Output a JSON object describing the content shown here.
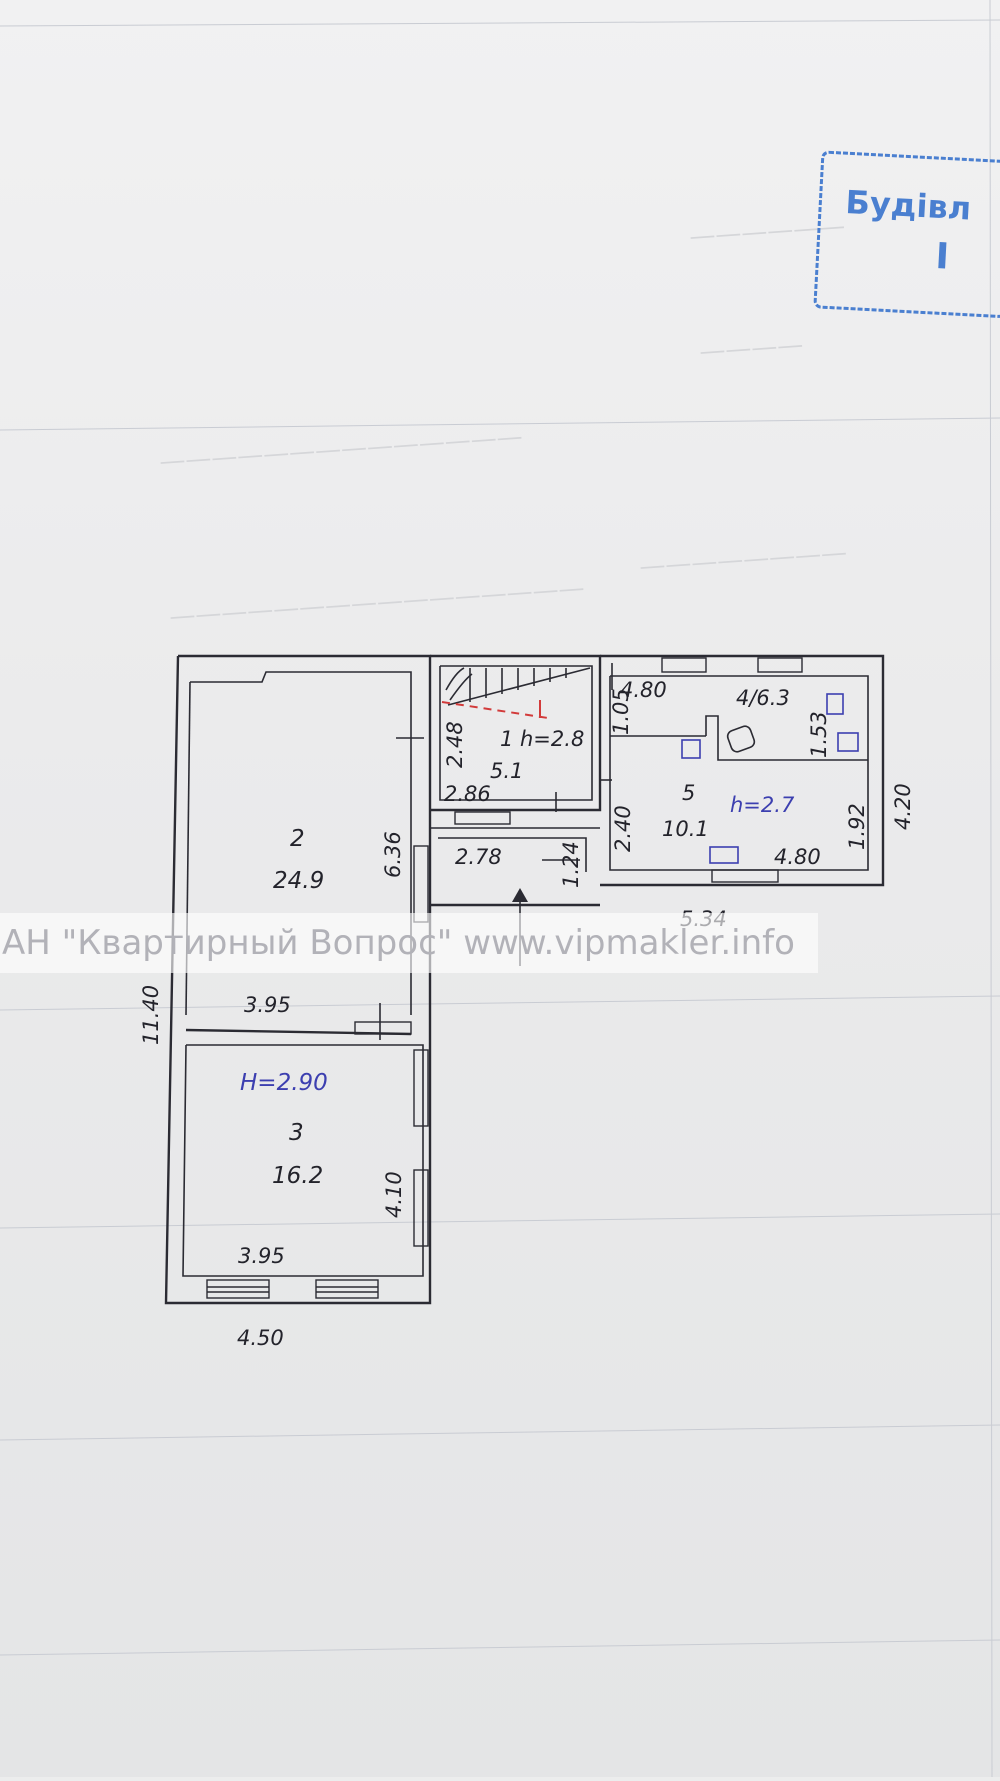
{
  "stamp": {
    "text": "Будівл",
    "numeral": "I"
  },
  "watermark": {
    "text": "АН \"Квартирный Вопрос\" www.vipmakler.info"
  },
  "plan": {
    "rooms": [
      {
        "number": "1",
        "area": "5.1",
        "height": "h=2.8"
      },
      {
        "number": "2",
        "area": "24.9"
      },
      {
        "number": "3",
        "area": "16.2",
        "height": "H=2.90"
      },
      {
        "number": "4/6.3"
      },
      {
        "number": "5",
        "area": "10.1",
        "height": "h=2.7"
      }
    ],
    "dimensions": {
      "overall_height": "11.40",
      "overall_width": "4.50",
      "right_wing_width": "5.34",
      "right_wing_height": "4.20",
      "room2_height": "6.36",
      "room2_width": "3.95",
      "room3_height": "4.10",
      "room3_width": "3.95",
      "room1_height": "2.48",
      "room1_width": "2.86",
      "hall_width": "2.78",
      "hall_depth": "1.24",
      "room4_top": "4.80",
      "room4_left": "1.05",
      "room4_right": "1.53",
      "room5_left": "2.40",
      "room5_right": "1.92",
      "room5_bottom": "4.80"
    }
  },
  "colors": {
    "ink": "#2b2b33",
    "blue_ink": "#3c3fb0",
    "stamp": "#4a7fd0",
    "red_pencil": "#d23a3a"
  }
}
